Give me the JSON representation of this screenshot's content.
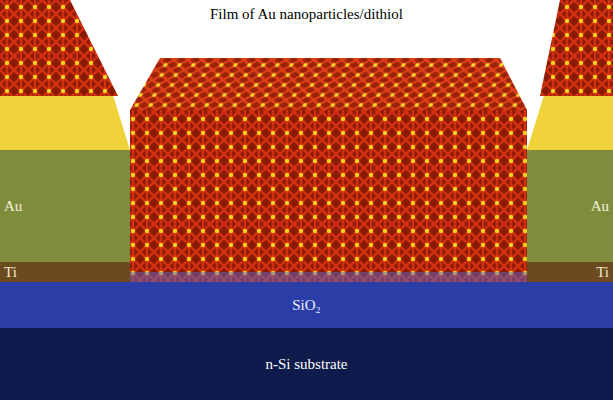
{
  "diagram": {
    "nodes": [
      {
        "text": [
          "Au"
        ]
      },
      {
        "text": [
          "Au"
        ]
      },
      {
        "text": [
          "Ti"
        ]
      },
      {
        "text": [
          "Ti"
        ]
      },
      {
        "text": [
          "SiO₂"
        ]
      },
      {
        "text": [
          "n-Si substrate"
        ]
      }
    ],
    "labels": [
      "Film of Au nanoparticles/dithiol"
    ]
  }
}
